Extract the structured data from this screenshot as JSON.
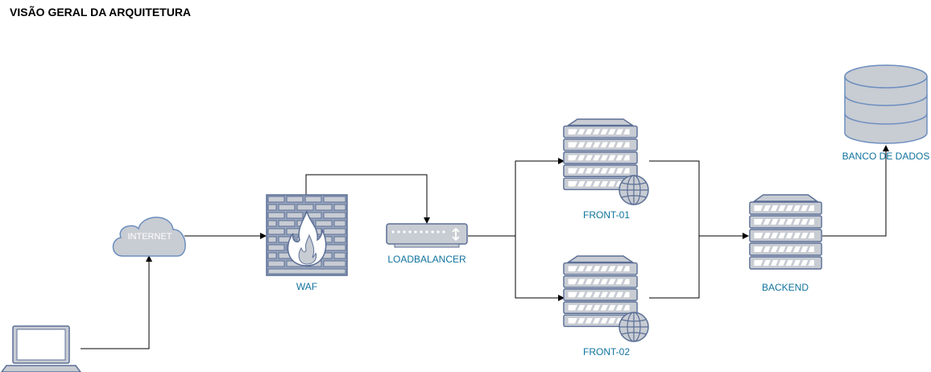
{
  "title": "VISÃO GERAL DA ARQUITETURA",
  "nodes": {
    "internet": "INTERNET",
    "waf": "WAF",
    "loadbalancer": "LOADBALANCER",
    "front01": "FRONT-01",
    "front02": "FRONT-02",
    "backend": "BACKEND",
    "database": "BANCO DE DADOS"
  },
  "colors": {
    "node_fill": "#b0b7c2",
    "node_stroke": "#6c8ebf",
    "server_stroke": "#5b6f96",
    "label": "#10739e"
  },
  "icons": {
    "laptop": "laptop-icon",
    "internet": "cloud-icon",
    "waf": "firewall-icon",
    "loadbalancer": "load-balancer-icon",
    "front01": "web-server-icon",
    "front02": "web-server-icon",
    "backend": "server-rack-icon",
    "database": "database-icon"
  }
}
